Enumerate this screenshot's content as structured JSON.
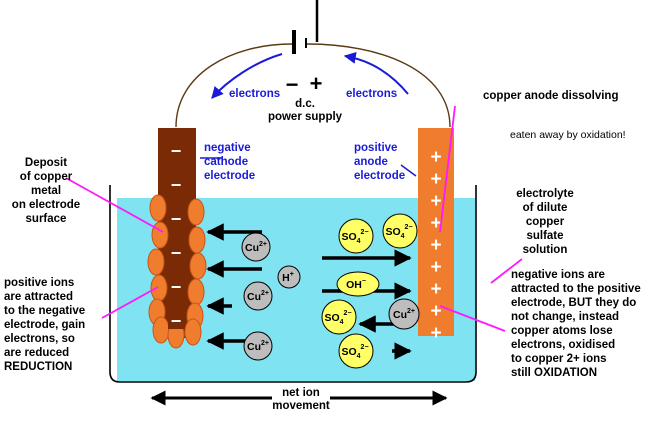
{
  "colors": {
    "electrolyte": "#7fe3f1",
    "cathode": "#7a2a05",
    "anode": "#f07d2e",
    "wire": "#5a3a14",
    "label_blue": "#1b1bd6",
    "pointer": "#ff19ff",
    "sulfate_ion": "#ffff66",
    "copper_ion": "#bdbdbd"
  },
  "labels": {
    "electrons_left": "electrons",
    "electrons_right": "electrons",
    "power_supply_1": "d.c.",
    "power_supply_2": "power supply",
    "minus_sign": "−",
    "plus_sign": "+",
    "negative_cathode": [
      "negative",
      "cathode",
      "electrode"
    ],
    "positive_anode": [
      "positive",
      "anode",
      "electrode"
    ],
    "copper_anode_dissolving": "copper anode dissolving",
    "eaten_away": "eaten away by oxidation!",
    "deposit": [
      "Deposit",
      "of copper",
      "metal",
      "on electrode",
      "surface"
    ],
    "electrolyte": [
      "electrolyte",
      "of dilute",
      "copper",
      "sulfate",
      "solution"
    ],
    "positive_ions": [
      "positive ions",
      "are attracted",
      "to the negative",
      "electrode, gain",
      "electrons, so",
      "are reduced",
      "REDUCTION"
    ],
    "negative_ions": [
      "negative ions are",
      "attracted to the positive",
      "electrode, BUT they do",
      "not change, instead",
      "copper atoms lose",
      "electrons, oxidised",
      "to copper 2+ ions",
      "still OXIDATION"
    ],
    "net_ion_1": "net ion",
    "net_ion_2": "movement"
  },
  "cathode_signs": [
    "−",
    "−",
    "−",
    "−",
    "−",
    "−"
  ],
  "anode_signs": [
    "+",
    "+",
    "+",
    "+",
    "+",
    "+",
    "+",
    "+",
    "+"
  ],
  "ions": {
    "cu": {
      "base": "Cu",
      "charge": "2+"
    },
    "h": {
      "base": "H",
      "charge": "+"
    },
    "so4": {
      "base": "SO",
      "sub": "4",
      "charge": "2−"
    },
    "oh": {
      "base": "OH",
      "charge": "−"
    }
  }
}
